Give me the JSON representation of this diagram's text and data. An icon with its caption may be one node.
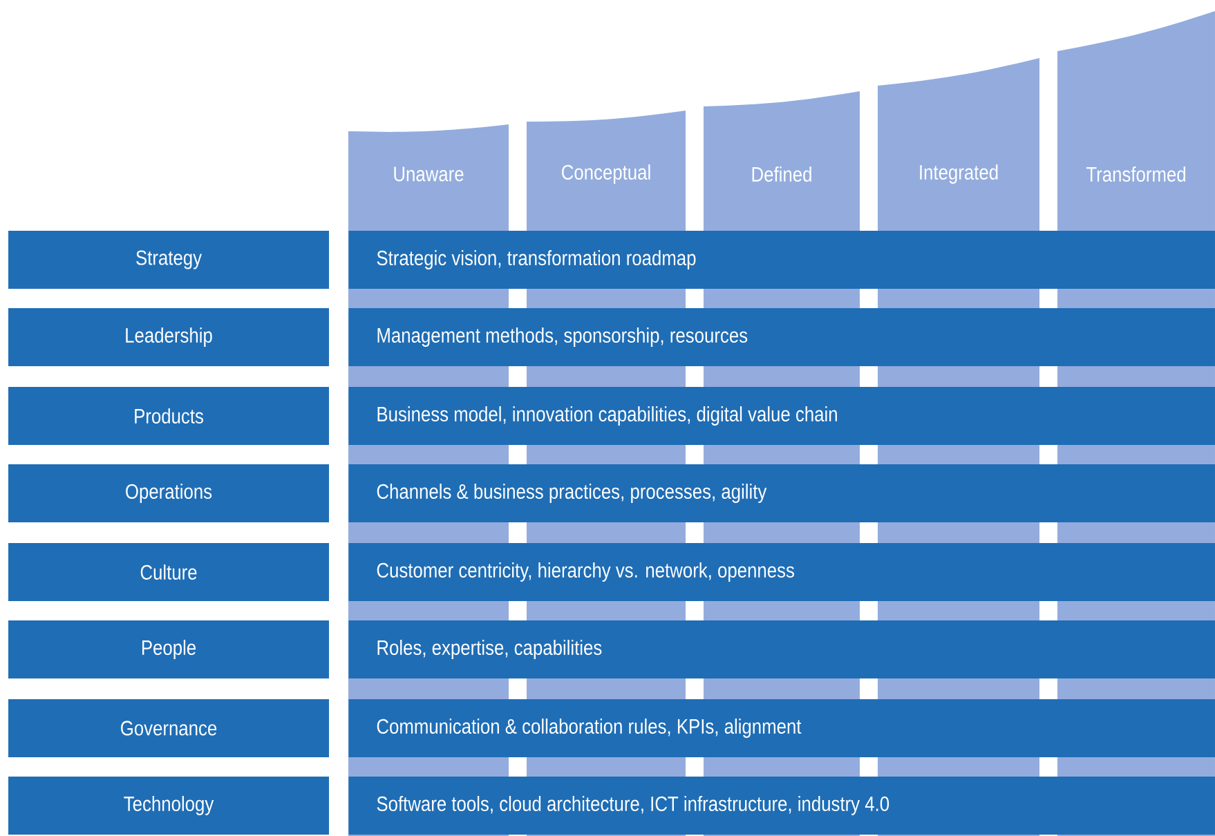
{
  "diagram": {
    "nodes": [
      {
        "text": [
          "Unaware"
        ]
      },
      {
        "text": [
          "Conceptual"
        ]
      },
      {
        "text": [
          "Defined"
        ]
      },
      {
        "text": [
          "Integrated"
        ]
      },
      {
        "text": [
          "Transformed"
        ]
      },
      {
        "text": [
          "Strategy"
        ]
      },
      {
        "text": [
          "Strategic vision, transformation roadmap"
        ]
      },
      {
        "text": [
          "Leadership"
        ]
      },
      {
        "text": [
          "Management methods, sponsorship, resources"
        ]
      },
      {
        "text": [
          "Products"
        ]
      },
      {
        "text": [
          "Business model, innovation capabilities, digital value chain"
        ]
      },
      {
        "text": [
          "Operations"
        ]
      },
      {
        "text": [
          "Channels & business practices, processes, agility"
        ]
      },
      {
        "text": [
          "Culture"
        ]
      },
      {
        "text": [
          "Customer centricity, hierarchy vs. network, openness"
        ]
      },
      {
        "text": [
          "People"
        ]
      },
      {
        "text": [
          "Roles, expertise, capabilities"
        ]
      },
      {
        "text": [
          "Governance"
        ]
      },
      {
        "text": [
          "Communication & collaboration rules, KPIs, alignment"
        ]
      },
      {
        "text": [
          "Technology"
        ]
      },
      {
        "text": [
          "Software tools, cloud architecture, ICT infrastructure, industry 4.0"
        ]
      }
    ]
  }
}
